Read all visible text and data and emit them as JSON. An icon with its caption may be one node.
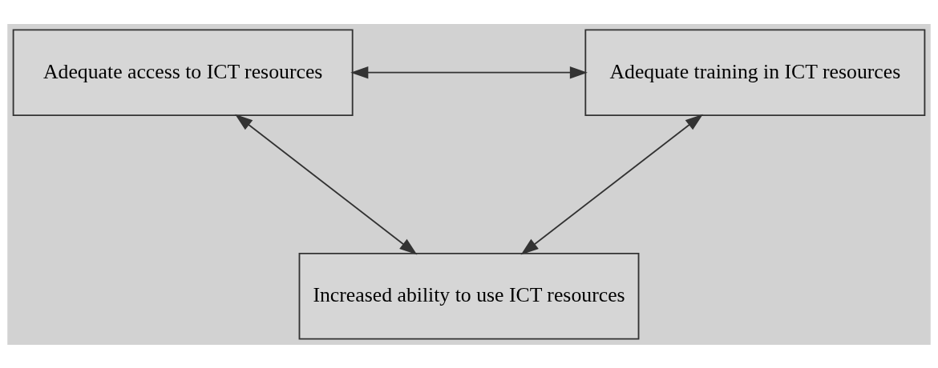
{
  "diagram": {
    "nodes": [
      {
        "text": [
          "Adequate access to ICT resources"
        ]
      },
      {
        "text": [
          "Adequate training in ICT resources"
        ]
      },
      {
        "text": [
          "Increased ability to use ICT resources"
        ]
      }
    ],
    "edges": [
      {
        "from": 0,
        "to": 1,
        "arrow": "both"
      },
      {
        "from": 0,
        "to": 2,
        "arrow": "both"
      },
      {
        "from": 1,
        "to": 2,
        "arrow": "both"
      }
    ]
  }
}
